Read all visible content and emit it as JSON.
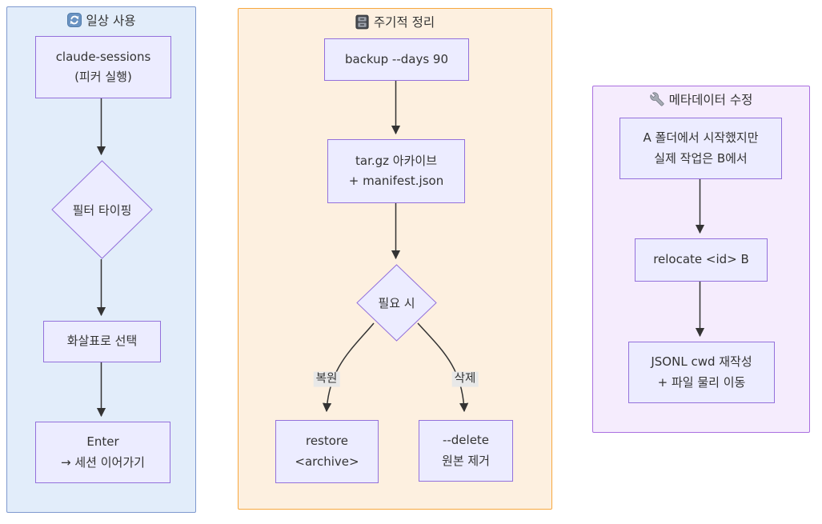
{
  "diagram_type": "flowchart",
  "colors": {
    "edge": "#333333",
    "node_fill": "#ececff",
    "node_border": "#9370db",
    "edge_label_bg": "#e8e8e8",
    "panel_daily_bg": "#e2edfa",
    "panel_daily_border": "#7e99cf",
    "panel_cleanup_bg": "#fdf0e0",
    "panel_cleanup_border": "#f7a73e",
    "panel_metadata_bg": "#f5ecfd",
    "panel_metadata_border": "#aa6fe0"
  },
  "panels": {
    "daily": {
      "title": "일상 사용",
      "icon": "refresh-icon",
      "nodes": {
        "start": "claude-sessions\n(피커 실행)",
        "filter": "필터 타이핑",
        "select": "화살표로 선택",
        "enter": "Enter\n→ 세션 이어가기"
      }
    },
    "cleanup": {
      "title": "주기적 정리",
      "icon": "cabinet-icon",
      "nodes": {
        "backup": "backup --days 90",
        "archive": "tar.gz 아카이브\n+ manifest.json",
        "decision": "필요 시",
        "restore": "restore\n<archive>",
        "delete": "--delete\n원본 제거"
      },
      "edge_labels": {
        "restore": "복원",
        "delete": "삭제"
      }
    },
    "metadata": {
      "title": "메타데이터 수정",
      "icon": "wrench-icon",
      "nodes": {
        "problem": "A 폴더에서 시작했지만\n실제 작업은 B에서",
        "relocate": "relocate <id> B",
        "rewrite": "JSONL cwd 재작성\n+ 파일 물리 이동"
      }
    }
  }
}
